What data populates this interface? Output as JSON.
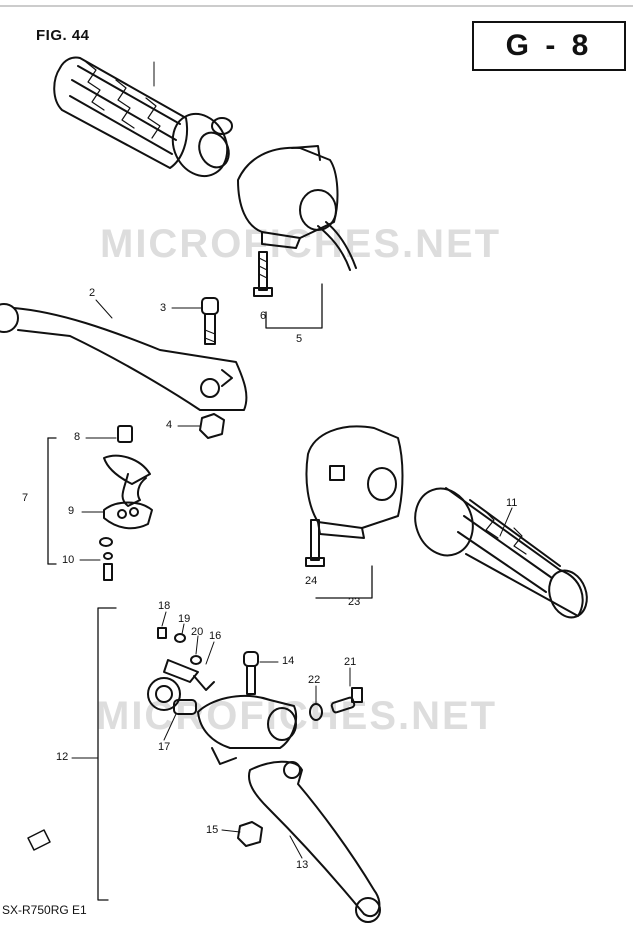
{
  "figure": {
    "fig_label": "FIG. 44",
    "group_code": "G - 8",
    "model_code": "SX-R750RG E1",
    "watermark": "MICROFICHES.NET"
  },
  "callouts": [
    {
      "id": "c2",
      "text": "2"
    },
    {
      "id": "c3",
      "text": "3"
    },
    {
      "id": "c4",
      "text": "4"
    },
    {
      "id": "c5",
      "text": "5"
    },
    {
      "id": "c6",
      "text": "6"
    },
    {
      "id": "c7",
      "text": "7"
    },
    {
      "id": "c8",
      "text": "8"
    },
    {
      "id": "c9",
      "text": "9"
    },
    {
      "id": "c10",
      "text": "10"
    },
    {
      "id": "c11",
      "text": "11"
    },
    {
      "id": "c12",
      "text": "12"
    },
    {
      "id": "c13",
      "text": "13"
    },
    {
      "id": "c14",
      "text": "14"
    },
    {
      "id": "c15",
      "text": "15"
    },
    {
      "id": "c16",
      "text": "16"
    },
    {
      "id": "c17",
      "text": "17"
    },
    {
      "id": "c18",
      "text": "18"
    },
    {
      "id": "c19",
      "text": "19"
    },
    {
      "id": "c20",
      "text": "20"
    },
    {
      "id": "c21",
      "text": "21"
    },
    {
      "id": "c22",
      "text": "22"
    },
    {
      "id": "c23",
      "text": "23"
    },
    {
      "id": "c24",
      "text": "24"
    }
  ]
}
